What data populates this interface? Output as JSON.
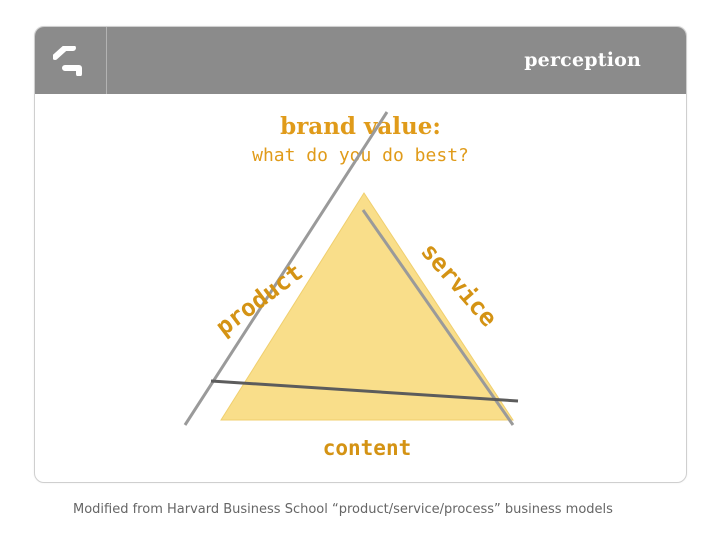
{
  "header": {
    "logo_icon": "stylized-s-logo-icon",
    "title": "perception"
  },
  "slide": {
    "heading": "brand value:",
    "subheading": "what do you do best?"
  },
  "diagram": {
    "shape": "triangle",
    "fill_color": "#f9de8a",
    "line_color": "#9a9a9a",
    "base_line_color": "#5c5c5c",
    "labels": {
      "left": "product",
      "right": "service",
      "bottom": "content"
    }
  },
  "footnote": "Modified from Harvard Business School “product/service/process” business models"
}
